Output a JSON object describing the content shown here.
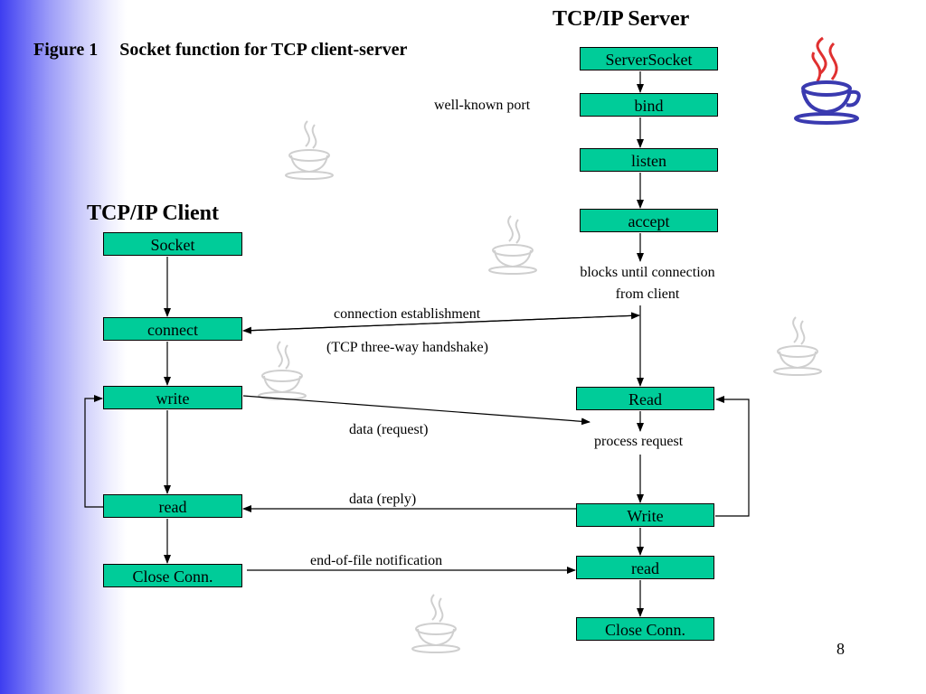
{
  "figure": {
    "number": "Figure 1",
    "caption": "Socket function for TCP client-server"
  },
  "server": {
    "heading": "TCP/IP Server",
    "boxes": [
      "ServerSocket",
      "bind",
      "listen",
      "accept",
      "Read",
      "Write",
      "read",
      "Close Conn."
    ]
  },
  "client": {
    "heading": "TCP/IP Client",
    "boxes": [
      "Socket",
      "connect",
      "write",
      "read",
      "Close Conn."
    ]
  },
  "labels": {
    "well_known_port": "well-known port",
    "blocks_line1": "blocks until connection",
    "blocks_line2": "from client",
    "conn_est": "connection establishment",
    "handshake": "(TCP three-way handshake)",
    "data_request": "data (request)",
    "process_request": "process request",
    "data_reply": "data (reply)",
    "eof": "end-of-file notification"
  },
  "page_number": "8",
  "colors": {
    "box_fill": "#00cc99",
    "sidebar": "#3d3df0",
    "logo_red": "#e03030",
    "logo_blue": "#3a3ab0"
  },
  "icons": [
    "java-coffee-cup-logo",
    "java-coffee-cup-watermark"
  ]
}
